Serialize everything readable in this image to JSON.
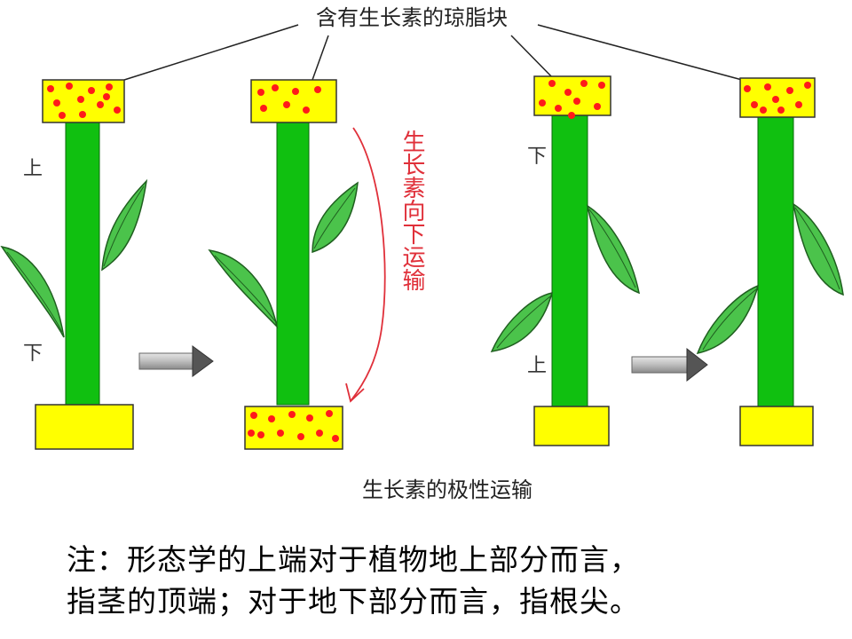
{
  "diagram": {
    "top_label": "含有生长素的琼脂块",
    "plants": [
      {
        "upper_label": "上",
        "lower_label": "下"
      },
      {},
      {
        "upper_label": "下",
        "lower_label": "上"
      },
      {}
    ],
    "transport_label": "生长素向下运输",
    "caption": "生长素的极性运输"
  },
  "note": {
    "line1": "注：形态学的上端对于植物地上部分而言，",
    "line2": "指茎的顶端；对于地下部分而言，指根尖。"
  },
  "colors": {
    "stem": "#10c010",
    "agar": "#ffff00",
    "auxin_dot": "#ff1a1a",
    "leaf": "#4bc34b",
    "arrow": "#b8b8b8",
    "transport_label": "#e0303a"
  }
}
